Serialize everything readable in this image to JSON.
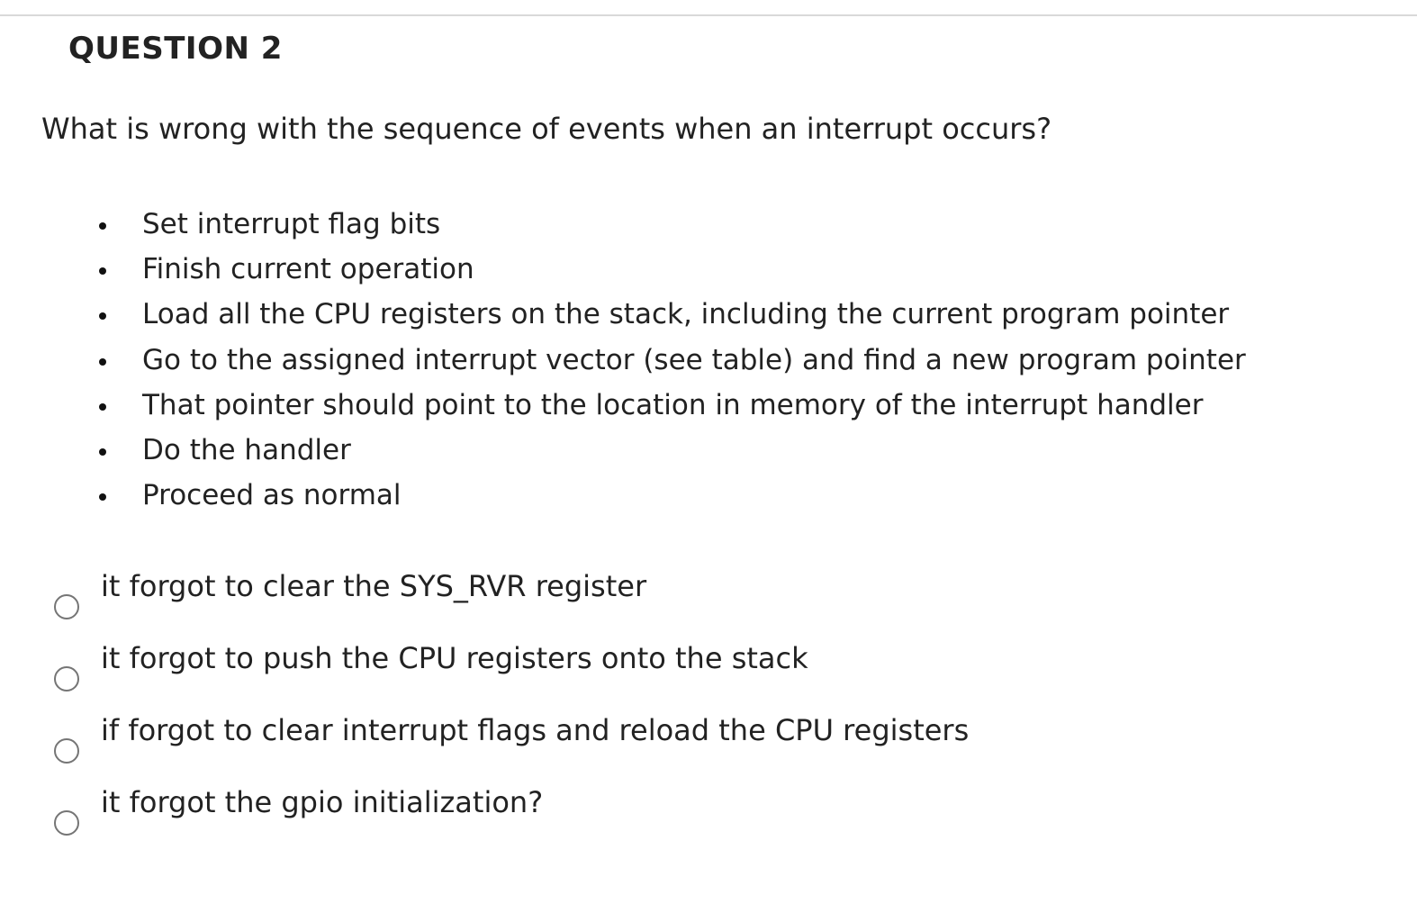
{
  "question": {
    "title": "QUESTION 2",
    "prompt": "What is wrong with the sequence of events when an interrupt occurs?",
    "steps": [
      "Set interrupt flag bits",
      "Finish current operation",
      "Load all the CPU registers on the stack, including the current program pointer",
      "Go to the assigned interrupt vector (see table) and find a new program pointer",
      "That pointer should point to the location in memory of the interrupt handler",
      "Do the handler",
      "Proceed as normal"
    ],
    "options": [
      {
        "label": "it forgot to clear the SYS_RVR register",
        "selected": false
      },
      {
        "label": "it forgot to push the CPU registers onto the stack",
        "selected": false
      },
      {
        "label": "if forgot to clear interrupt flags and reload the CPU registers",
        "selected": false
      },
      {
        "label": "it forgot the gpio initialization?",
        "selected": false
      }
    ]
  }
}
